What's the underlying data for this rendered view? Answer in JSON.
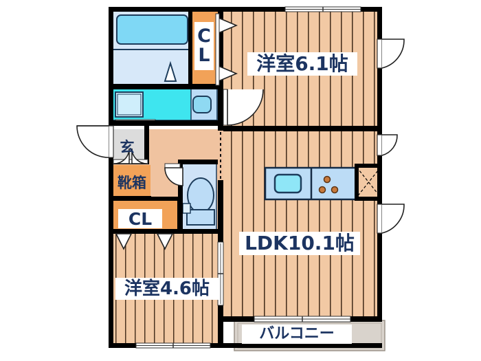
{
  "plan": {
    "type": "japanese-floor-plan",
    "unit_label_suffix": "帖",
    "rooms": [
      {
        "id": "bedroom-main",
        "label": "洋室6.1帖",
        "size": 6.1,
        "kind": "western-room",
        "floor": "wood"
      },
      {
        "id": "living-dining-kitchen",
        "label": "LDK10.1帖",
        "size": 10.1,
        "kind": "ldk",
        "floor": "wood"
      },
      {
        "id": "bedroom-second",
        "label": "洋室4.6帖",
        "size": 4.6,
        "kind": "western-room",
        "floor": "wood"
      },
      {
        "id": "balcony",
        "label": "バルコニー",
        "kind": "balcony",
        "floor": "concrete"
      },
      {
        "id": "closet-top",
        "label": "CL",
        "kind": "closet"
      },
      {
        "id": "closet-bottom",
        "label": "CL",
        "kind": "closet"
      },
      {
        "id": "entrance",
        "label": "玄",
        "kind": "entrance"
      },
      {
        "id": "shoe-box",
        "label": "靴箱",
        "kind": "shoe-cabinet"
      }
    ],
    "fixtures": [
      {
        "id": "bathtub",
        "name": "bathtub"
      },
      {
        "id": "bathroom",
        "name": "unit-bath"
      },
      {
        "id": "washing-machine",
        "name": "washing-machine-space"
      },
      {
        "id": "vanity-sink",
        "name": "vanity-sink"
      },
      {
        "id": "toilet",
        "name": "toilet"
      },
      {
        "id": "kitchen-sink",
        "name": "kitchen-sink"
      },
      {
        "id": "stove",
        "name": "gas-stove-3-burner"
      },
      {
        "id": "refrigerator-space",
        "name": "refrigerator-space"
      }
    ],
    "colors": {
      "wall": "#000000",
      "wood_floor": "#f2c9a4",
      "wood_floor_line": "#3d2b1a",
      "closet_orange": "#f2a258",
      "bath_light_blue": "#cfe4f7",
      "bathtub_blue": "#7fd8f5",
      "washroom_cyan": "#3ee5ef",
      "fixture_blue": "#b8dcf5",
      "entrance_gray": "#d9d9d9",
      "hall_tan": "#f0c3a0",
      "balcony_gray": "#d9d3cc",
      "text_navy": "#1c3461",
      "label_bg": "#ffffff"
    }
  }
}
